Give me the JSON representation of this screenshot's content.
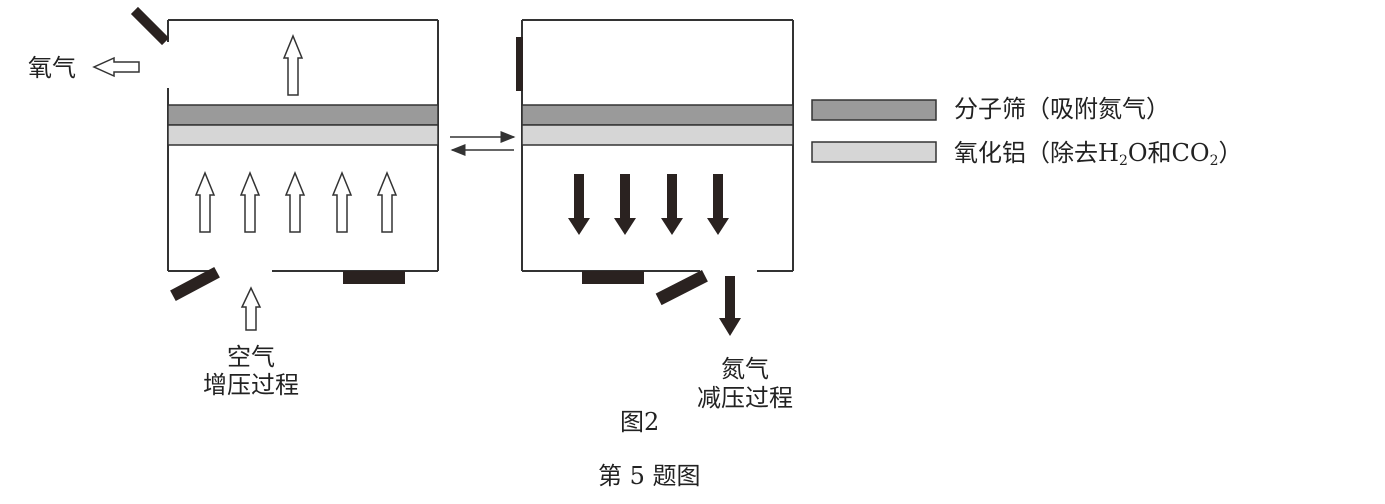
{
  "labels": {
    "oxygen": "氧气",
    "air": "空气",
    "pressurize_process": "增压过程",
    "nitrogen": "氮气",
    "depressurize_process": "减压过程",
    "figure_number": "图2",
    "caption": "第 5 题图"
  },
  "legend": {
    "items": [
      {
        "name": "molecular-sieve",
        "label": "分子筛（吸附氮气）",
        "color": "#9a9a9a"
      },
      {
        "name": "alumina",
        "label_prefix": "氧化铝（除去H",
        "sub1": "2",
        "label_mid": "O和CO",
        "sub2": "2",
        "label_suffix": "）",
        "color": "#d6d6d6"
      }
    ]
  },
  "colors": {
    "line": "#333333",
    "valve": "#2a2220",
    "sieve": "#9a9a9a",
    "alumina": "#d6d6d6"
  }
}
